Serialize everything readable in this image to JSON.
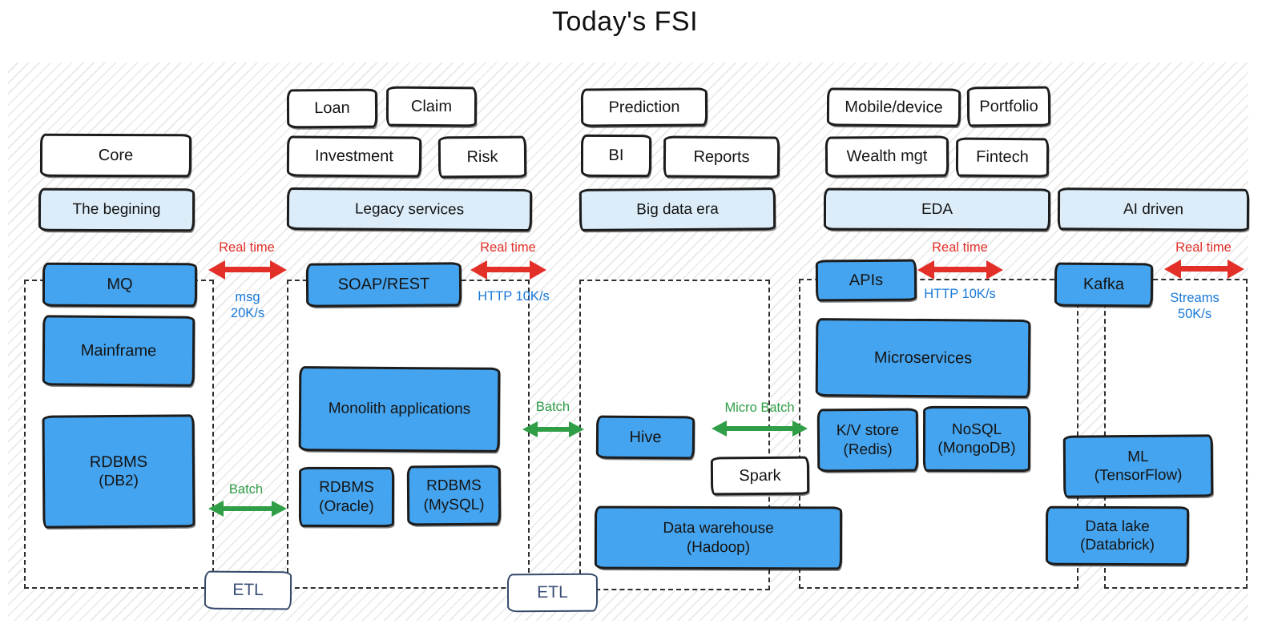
{
  "title": "Today's FSI",
  "colors": {
    "system_box_fill": "#45a4ef",
    "era_bar_fill": "#dcedf9",
    "realtime_red": "#e23029",
    "batch_green": "#2f9e46",
    "rate_blue": "#1878d8",
    "etl_navy": "#3b4f76"
  },
  "eras": {
    "beginning": "The begining",
    "legacy": "Legacy services",
    "bigdata": "Big data era",
    "eda": "EDA",
    "ai": "AI driven"
  },
  "apps": {
    "core": "Core",
    "loan": "Loan",
    "claim": "Claim",
    "investment": "Investment",
    "risk": "Risk",
    "prediction": "Prediction",
    "bi": "BI",
    "reports": "Reports",
    "mobile": "Mobile/device",
    "portfolio": "Portfolio",
    "wealth": "Wealth mgt",
    "fintech": "Fintech",
    "spark": "Spark"
  },
  "systems": {
    "mq": {
      "label": "MQ"
    },
    "mainframe": {
      "label": "Mainframe"
    },
    "rdbms_db2": {
      "label": "RDBMS",
      "sub": "(DB2)"
    },
    "soap": {
      "label": "SOAP/REST"
    },
    "monolith": {
      "label": "Monolith applications"
    },
    "rdbms_oracle": {
      "label": "RDBMS",
      "sub": "(Oracle)"
    },
    "rdbms_mysql": {
      "label": "RDBMS",
      "sub": "(MySQL)"
    },
    "hive": {
      "label": "Hive"
    },
    "dw": {
      "label": "Data warehouse",
      "sub": "(Hadoop)"
    },
    "apis": {
      "label": "APIs"
    },
    "microservices": {
      "label": "Microservices"
    },
    "kv": {
      "label": "K/V store",
      "sub": "(Redis)"
    },
    "nosql": {
      "label": "NoSQL",
      "sub": "(MongoDB)"
    },
    "kafka": {
      "label": "Kafka"
    },
    "ml": {
      "label": "ML",
      "sub": "(TensorFlow)"
    },
    "datalake": {
      "label": "Data lake",
      "sub": "(Databrick)"
    }
  },
  "flows": {
    "realtime1": {
      "label": "Real time",
      "rate_l1": "msg",
      "rate_l2": "20K/s"
    },
    "realtime2": {
      "label": "Real time",
      "rate": "HTTP 10K/s"
    },
    "realtime3": {
      "label": "Real time",
      "rate": "HTTP 10K/s"
    },
    "realtime4": {
      "label": "Real time",
      "rate_l1": "Streams",
      "rate_l2": "50K/s"
    },
    "batch1": {
      "label": "Batch"
    },
    "batch2": {
      "label": "Batch"
    },
    "microbatch": {
      "label": "Micro Batch"
    },
    "etl1": {
      "label": "ETL"
    },
    "etl2": {
      "label": "ETL"
    }
  }
}
